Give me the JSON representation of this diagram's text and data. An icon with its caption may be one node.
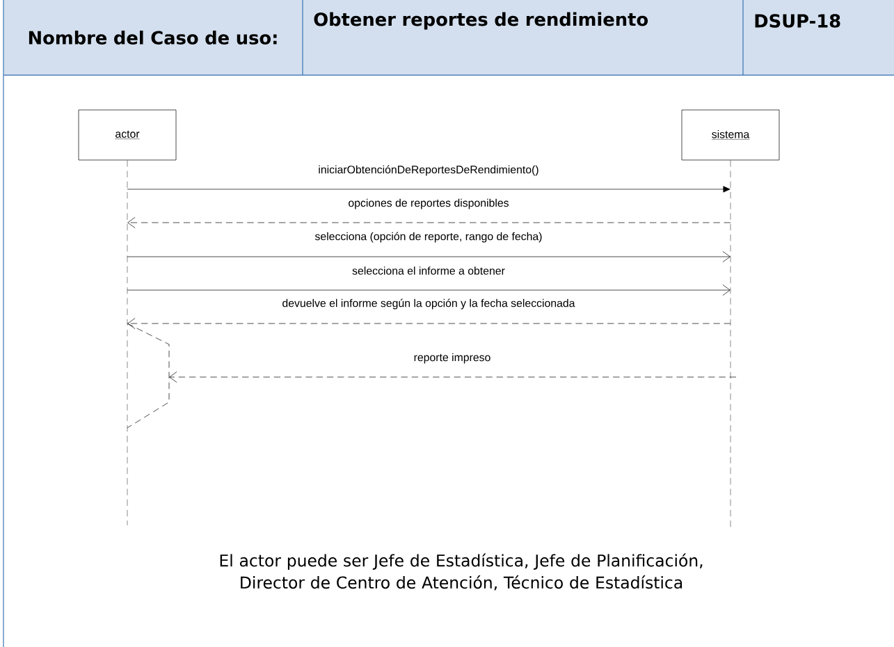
{
  "diagram": {
    "nodes": [
      {
        "text": [
          "Nombre del Caso de uso:"
        ]
      },
      {
        "text": [
          "Obtener reportes de rendimiento"
        ]
      },
      {
        "text": [
          "DSUP-18"
        ]
      },
      {
        "text": [
          "actor"
        ]
      },
      {
        "text": [
          "sistema"
        ]
      }
    ],
    "edges": [
      {
        "from": 3,
        "to": 4,
        "arrow": "to",
        "label": "iniciarObtenciónDeReportesDeRendimiento()"
      },
      {
        "from": 4,
        "to": 3,
        "arrow": "to",
        "label": "opciones de reportes disponibles",
        "style": "dashed"
      },
      {
        "from": 3,
        "to": 4,
        "arrow": "to",
        "label": "selecciona (opción de reporte, rango de fecha)"
      },
      {
        "from": 3,
        "to": 4,
        "arrow": "to",
        "label": "selecciona el informe a obtener"
      },
      {
        "from": 4,
        "to": 3,
        "arrow": "to",
        "label": "devuelve el informe según la opción y la fecha seleccionada",
        "style": "dashed"
      },
      {
        "from": 4,
        "to": 3,
        "arrow": "to",
        "label": "reporte impreso",
        "style": "dashed"
      }
    ],
    "labels": [
      "El actor puede ser Jefe de Estadística, Jefe de Planificación, Director de Centro de Atención, Técnico de Estadística"
    ]
  }
}
